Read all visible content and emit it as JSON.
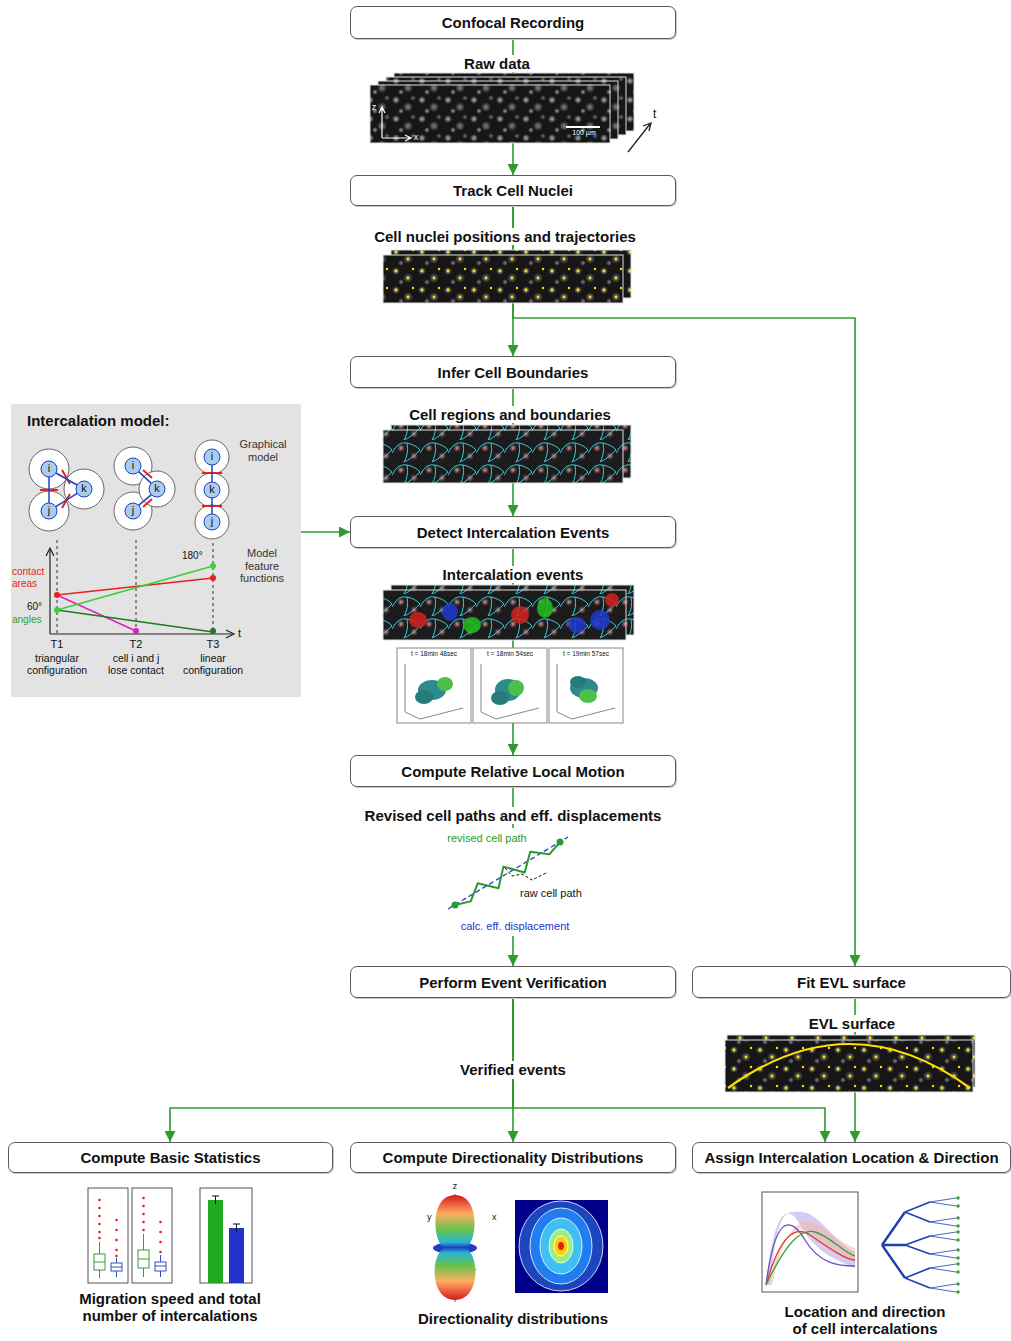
{
  "diagram": {
    "nodes": [
      {
        "text": [
          "Confocal Recording"
        ]
      },
      {
        "text": [
          "Track Cell Nuclei"
        ]
      },
      {
        "text": [
          "Infer Cell Boundaries"
        ]
      },
      {
        "text": [
          "Detect Intercalation Events"
        ]
      },
      {
        "text": [
          "Compute Relative Local Motion"
        ]
      },
      {
        "text": [
          "Perform Event Verification"
        ]
      },
      {
        "text": [
          "Fit EVL surface"
        ]
      },
      {
        "text": [
          "Compute Basic Statistics"
        ]
      },
      {
        "text": [
          "Compute Directionality Distributions"
        ]
      },
      {
        "text": [
          "Assign Intercalation Location & Direction"
        ]
      },
      {
        "text": [
          "Intercalation model:"
        ]
      }
    ],
    "edges": [
      {
        "from": 0,
        "to": 1,
        "arrow": "to"
      },
      {
        "from": 1,
        "to": 2,
        "arrow": "to"
      },
      {
        "from": 1,
        "to": 6,
        "arrow": "to"
      },
      {
        "from": 10,
        "to": 3,
        "arrow": "to"
      },
      {
        "from": 2,
        "to": 3,
        "arrow": "to"
      },
      {
        "from": 3,
        "to": 4,
        "arrow": "to"
      },
      {
        "from": 4,
        "to": 5,
        "arrow": "to"
      },
      {
        "from": 5,
        "to": 7,
        "arrow": "to"
      },
      {
        "from": 5,
        "to": 8,
        "label": "Verified events",
        "arrow": "to"
      },
      {
        "from": 5,
        "to": 9,
        "arrow": "to"
      },
      {
        "from": 6,
        "to": 9,
        "arrow": "to"
      }
    ],
    "labels": [
      "z",
      "x",
      "100 µm",
      "t",
      "Raw data",
      "Cell nuclei positions and trajectories",
      "Cell regions and boundaries",
      "Graphical model",
      "i",
      "j",
      "k",
      "i",
      "k",
      "j",
      "i",
      "k",
      "j",
      "Model feature functions",
      "180°",
      "contact areas",
      "60°",
      "angles",
      "T1",
      "T2",
      "T3",
      "t",
      "triangular configuration",
      "cell i and j lose contact",
      "linear configuration",
      "Intercalation events",
      "t = 18min 48sec",
      "t = 18min 54sec",
      "t = 19min 57sec",
      "Revised cell paths and eff. displacements",
      "revised cell path",
      "raw cell path",
      "calc. eff. displacement",
      "EVL surface",
      "Migration speed and total number of intercalations",
      "z",
      "y",
      "x",
      "Directionality distributions",
      "Location and direction of cell intercalations"
    ]
  }
}
